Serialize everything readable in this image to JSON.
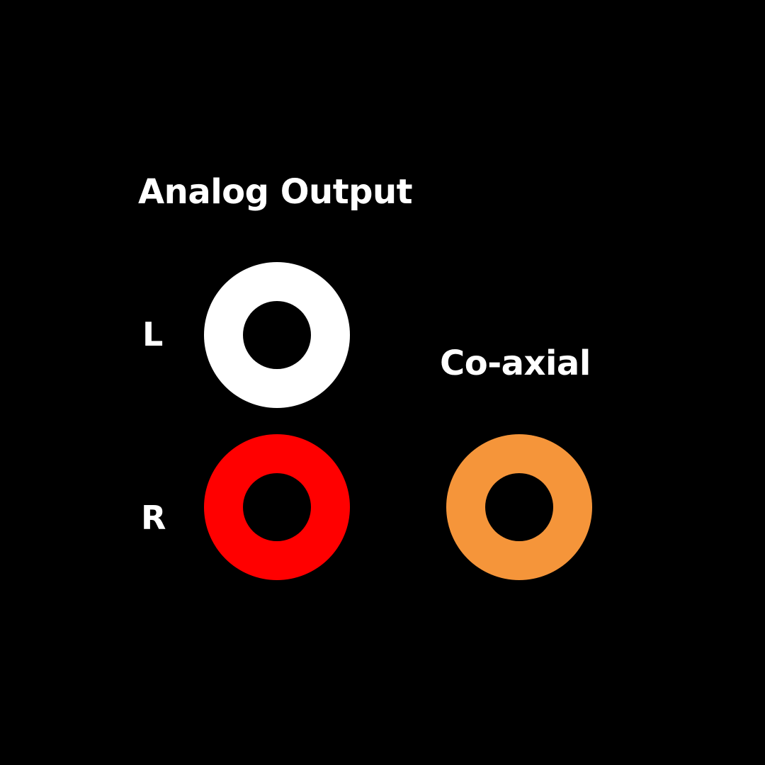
{
  "analog": {
    "title": "Analog Output",
    "left": {
      "label": "L",
      "color": "#ffffff"
    },
    "right": {
      "label": "R",
      "color": "#ff0000"
    }
  },
  "coaxial": {
    "title": "Co-axial",
    "color": "#f5953a"
  },
  "icons": {
    "jack": "rca-jack-icon"
  }
}
